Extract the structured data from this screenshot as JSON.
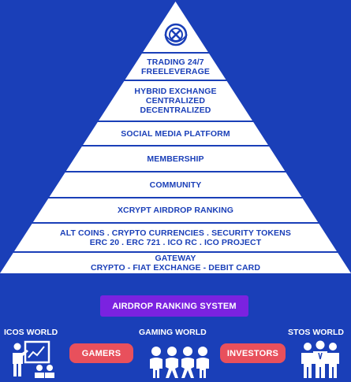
{
  "pyramid": {
    "tiers": [
      {
        "lines": [
          "TRADING 24/7",
          "FREELEVERAGE"
        ]
      },
      {
        "lines": [
          "HYBRID EXCHANGE",
          "CENTRALIZED",
          "DECENTRALIZED"
        ]
      },
      {
        "lines": [
          "SOCIAL MEDIA PLATFORM"
        ]
      },
      {
        "lines": [
          "MEMBERSHIP"
        ]
      },
      {
        "lines": [
          "COMMUNITY"
        ]
      },
      {
        "lines": [
          "XCRYPT AIRDROP RANKING"
        ]
      },
      {
        "lines": [
          "ALT COINS . CRYPTO CURRENCIES . SECURITY TOKENS",
          "ERC 20 . ERC 721 . ICO RC . ICO PROJECT"
        ]
      },
      {
        "lines": [
          "GATEWAY",
          "CRYPTO - FIAT EXCHANGE - DEBIT CARD"
        ]
      }
    ]
  },
  "bottom": {
    "airdrop_label": "AIRDROP RANKING SYSTEM",
    "icos_world": "ICOS WORLD",
    "gaming_world": "GAMING WORLD",
    "stos_world": "STOS WORLD",
    "gamers_label": "GAMERS",
    "investors_label": "INVESTORS"
  },
  "colors": {
    "background": "#1a3fb8",
    "tier_fill": "#ffffff",
    "tier_text": "#1a3fb8",
    "airdrop_pill": "#7b22e0",
    "role_pill": "#e8505c"
  },
  "icons": {
    "apex": "xcrypt-logo-icon",
    "icos": "presenter-chart-icon",
    "gaming": "gamers-group-icon",
    "stos": "investors-group-icon"
  }
}
